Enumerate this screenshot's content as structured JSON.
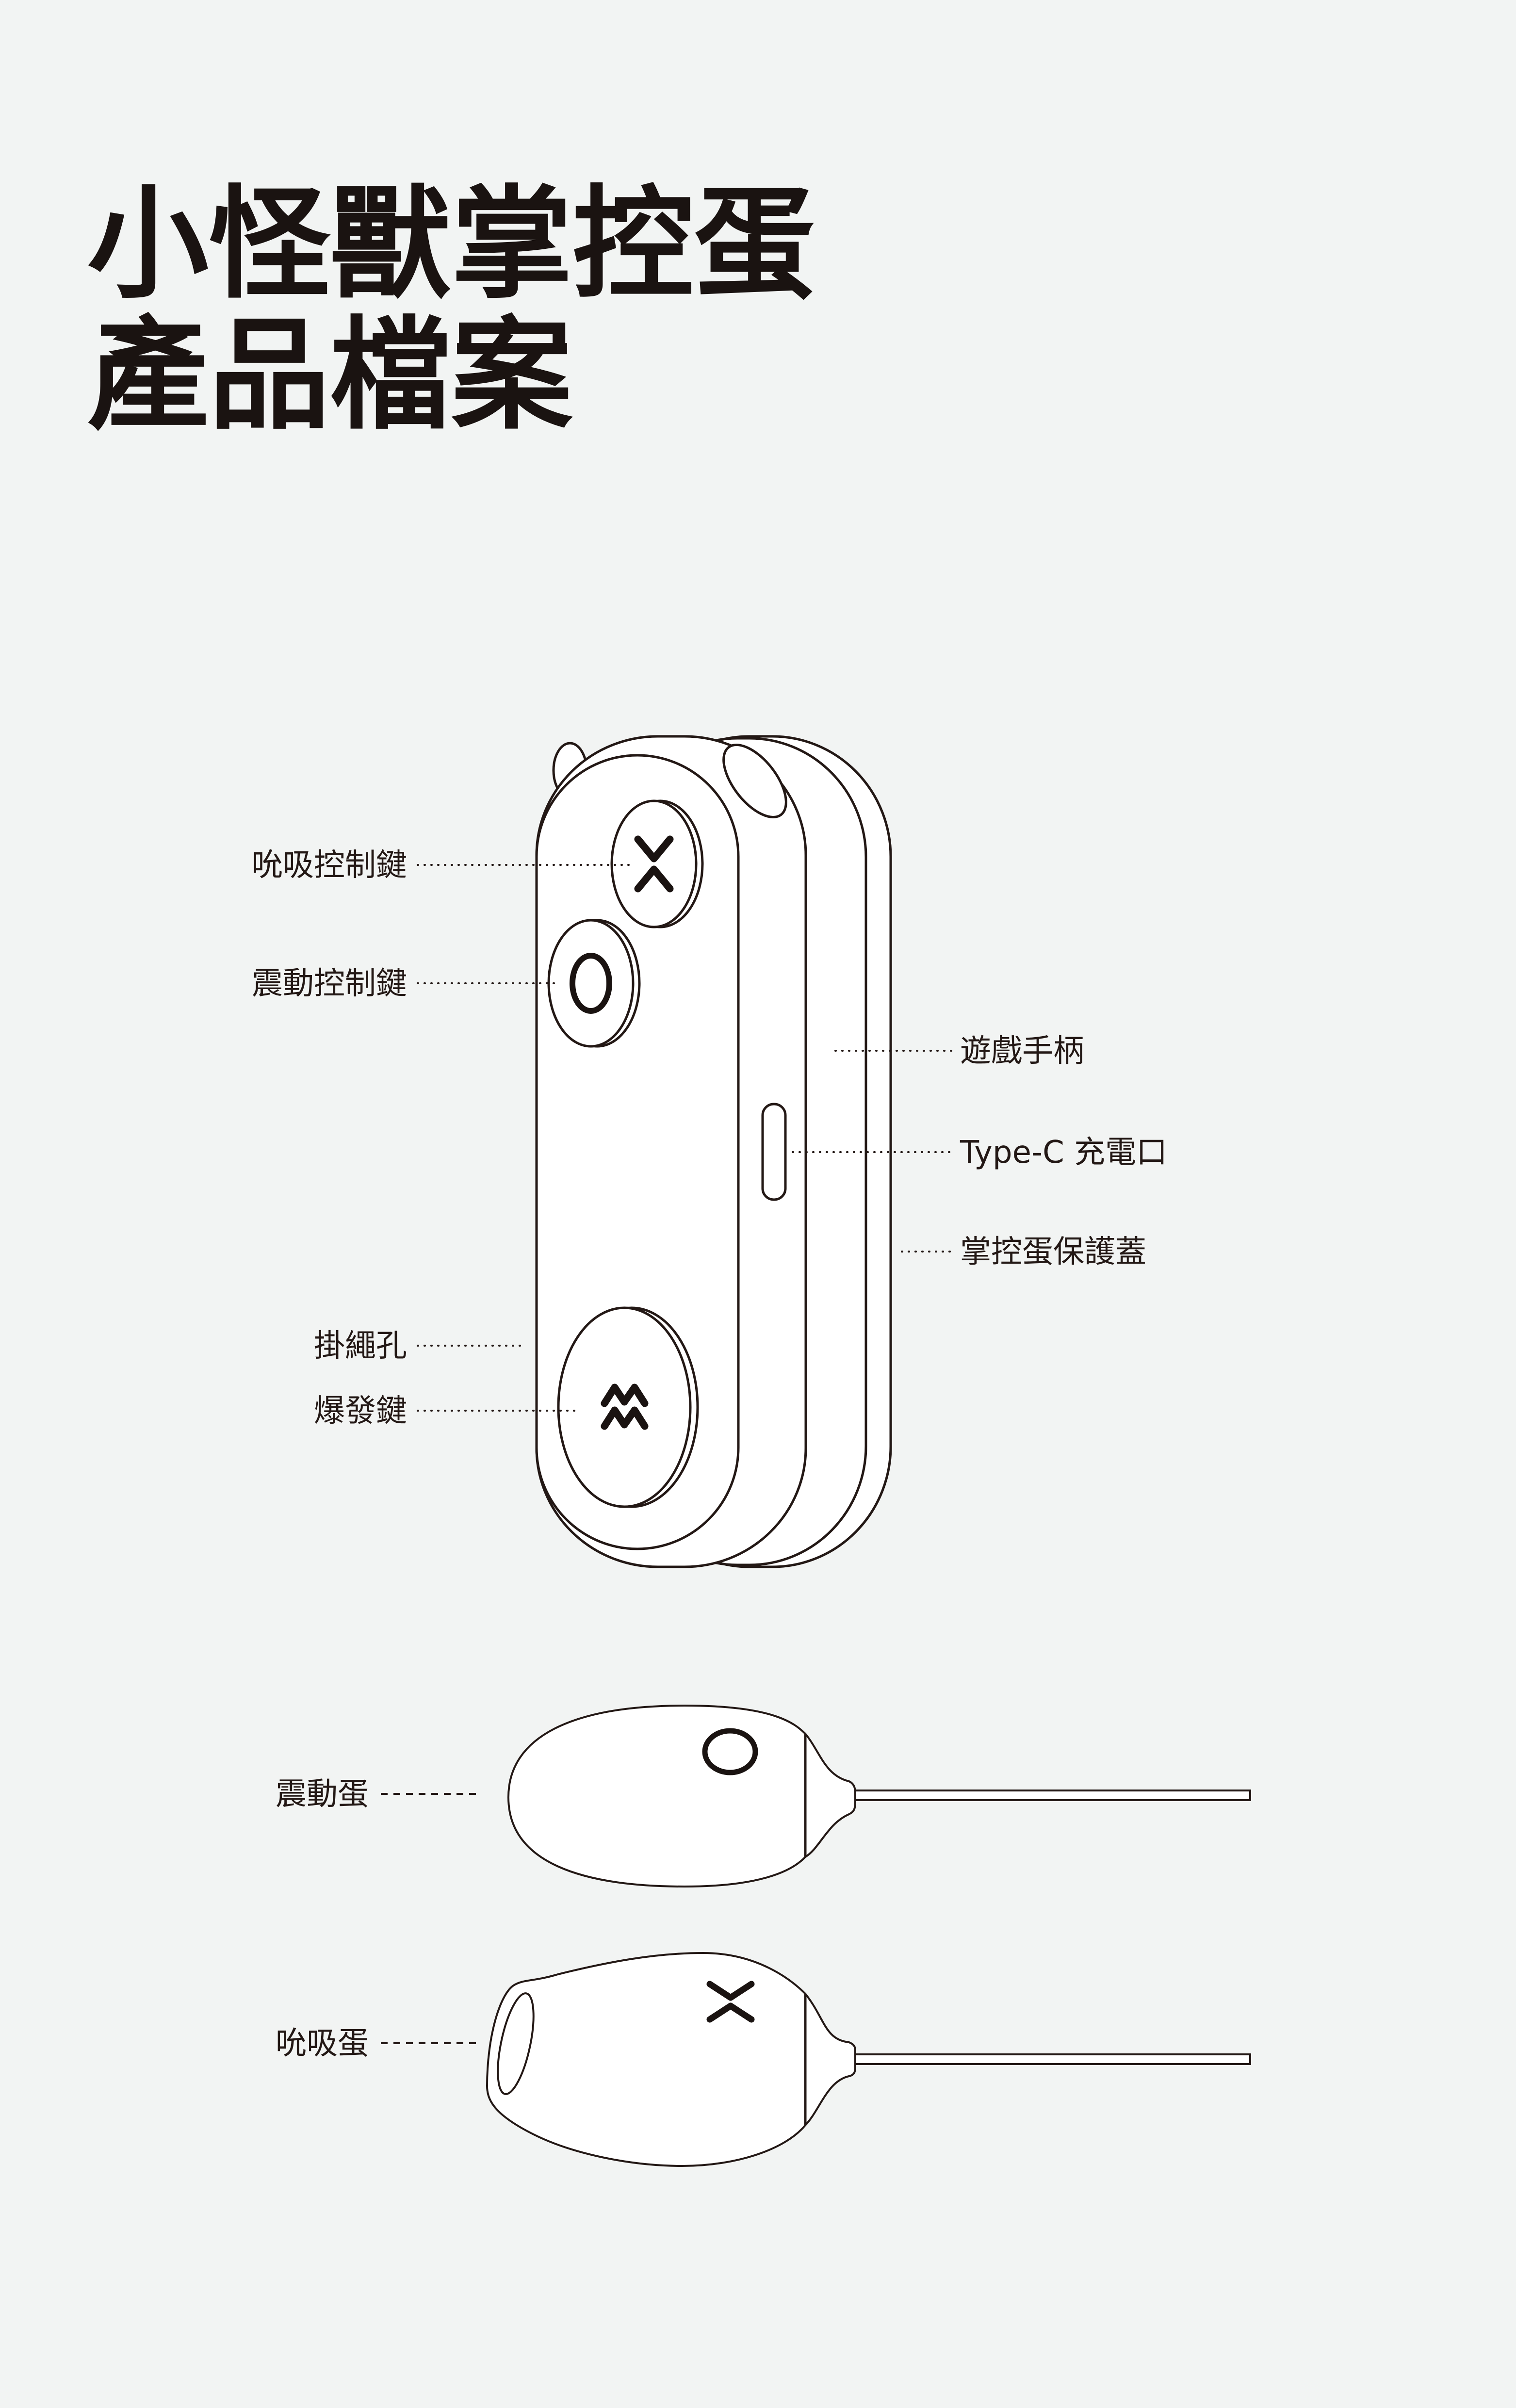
{
  "title": {
    "line1": "小怪獸掌控蛋",
    "line2": "產品檔案"
  },
  "handle_labels": {
    "suction_control_key": "吮吸控制鍵",
    "vibration_control_key": "震動控制鍵",
    "lanyard_hole": "掛繩孔",
    "burst_key": "爆發鍵",
    "game_handle": "遊戲手柄",
    "type_c_port": "Type-C 充電口",
    "protective_cover": "掌控蛋保護蓋"
  },
  "egg_labels": {
    "vibration_egg": "震動蛋",
    "suction_egg": "吮吸蛋"
  },
  "colors": {
    "background": "#f2f4f3",
    "line": "#231815",
    "fill": "#ffffff"
  },
  "icons": [
    "suction-chevrons-icon",
    "vibration-circle-icon",
    "burst-waves-icon"
  ]
}
